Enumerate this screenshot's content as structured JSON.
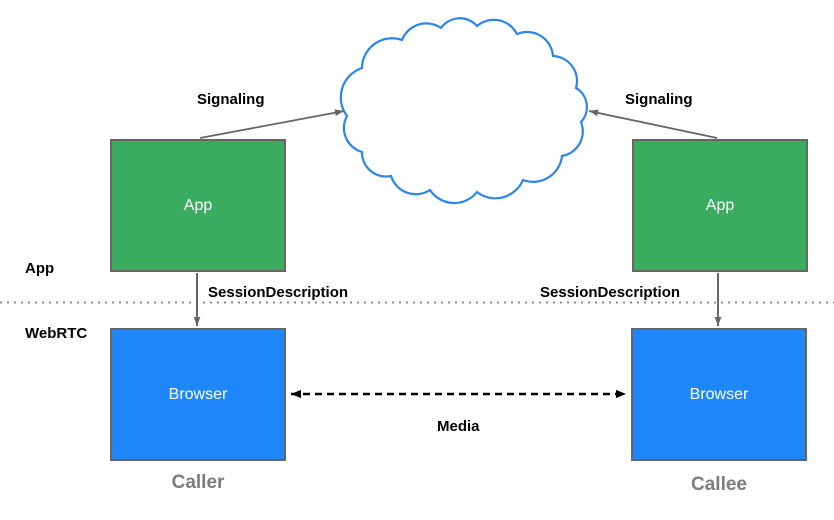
{
  "colors": {
    "node_green": "#3bac5f",
    "node_blue": "#1e88fa",
    "cloud_stroke": "#2b85ec",
    "box_border": "#666666",
    "connector": "#666666",
    "media_arrow": "#000000",
    "divider": "#8c8c8c",
    "role_label": "#7c7c7c",
    "text": "#000000"
  },
  "layers": {
    "app": "App",
    "webrtc": "WebRTC"
  },
  "nodes": {
    "caller_app": {
      "label": "App"
    },
    "callee_app": {
      "label": "App"
    },
    "caller_browser": {
      "label": "Browser"
    },
    "callee_browser": {
      "label": "Browser"
    }
  },
  "edges": {
    "signaling_left": {
      "label": "Signaling"
    },
    "signaling_right": {
      "label": "Signaling"
    },
    "session_left": {
      "label": "SessionDescription"
    },
    "session_right": {
      "label": "SessionDescription"
    },
    "media": {
      "label": "Media"
    }
  },
  "roles": {
    "caller": "Caller",
    "callee": "Callee"
  }
}
